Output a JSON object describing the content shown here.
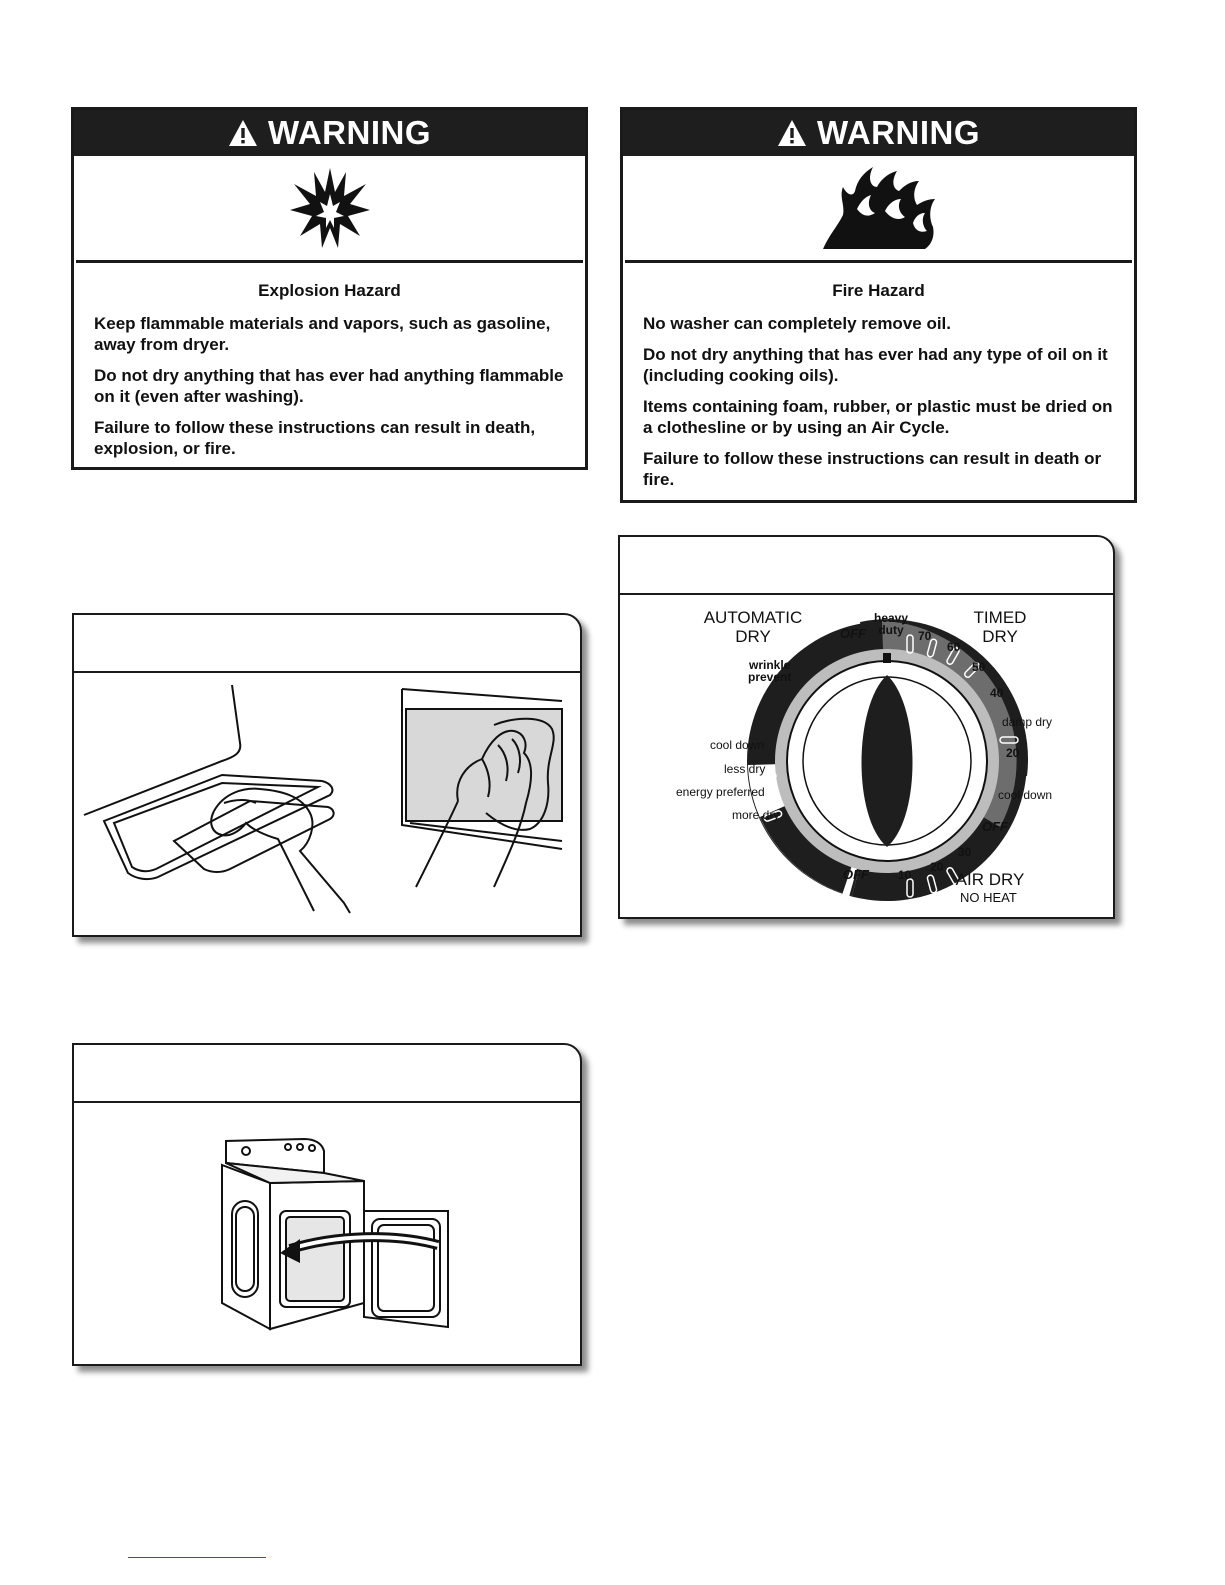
{
  "warnings": [
    {
      "header": "WARNING",
      "icon": "explosion-icon",
      "hazard_title": "Explosion Hazard",
      "lines": [
        "Keep flammable materials and vapors, such as gasoline, away from dryer.",
        "Do not dry anything that has ever had anything flammable on it (even after washing).",
        "Failure to follow these instructions can result in death, explosion, or fire."
      ]
    },
    {
      "header": "WARNING",
      "icon": "fire-icon",
      "hazard_title": "Fire Hazard",
      "lines": [
        "No washer can completely remove oil.",
        "Do not dry anything that has ever had any type of oil on it (including cooking oils).",
        "Items containing foam, rubber, or plastic must be dried on a clothesline or by using an Air Cycle.",
        "Failure to follow these instructions can result in death or fire."
      ]
    }
  ],
  "dial": {
    "automatic_title": "AUTOMATIC\nDRY",
    "timed_title": "TIMED\nDRY",
    "air_title": "AIR DRY",
    "air_sub": "NO HEAT",
    "off_top": "OFF",
    "off_right": "OFF",
    "off_bottom": "OFF",
    "heavy_duty": "heavy\nduty",
    "wrinkle_prevent": "wrinkle\nprevent",
    "cool_down_left": "cool down",
    "less_dry": "less dry",
    "energy_preferred": "energy preferred",
    "more_dry": "more dry",
    "damp_dry": "damp dry",
    "cool_down_right": "cool down",
    "t70": "70",
    "t60": "60",
    "t50": "50",
    "t40": "40",
    "t20": "20",
    "a10": "10",
    "a20": "20",
    "a30": "30"
  },
  "colors": {
    "dark": "#1e1e1e",
    "timed_band": "#6d6d6d",
    "light_ring": "#bdbdbd"
  }
}
